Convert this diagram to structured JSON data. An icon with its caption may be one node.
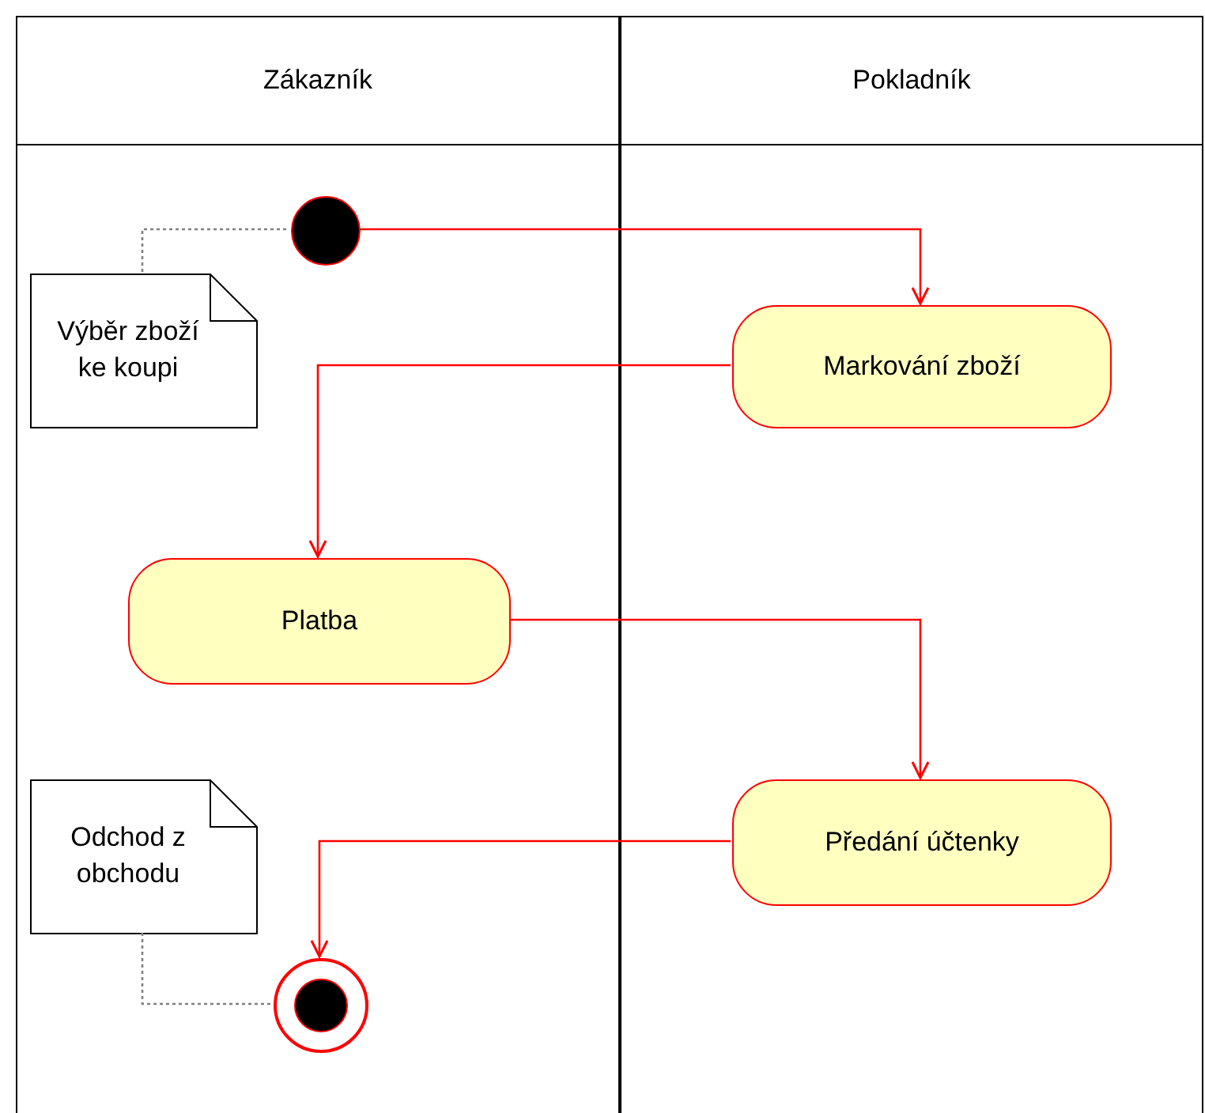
{
  "diagram": {
    "nodes": [
      {
        "text": [
          "Zákazník"
        ]
      },
      {
        "text": [
          "Pokladník"
        ]
      },
      {
        "text": [],
        "shape": "circle",
        "in": 0
      },
      {
        "text": [
          "Markování zboží"
        ],
        "in": 1
      },
      {
        "text": [
          "Platba"
        ],
        "in": 0
      },
      {
        "text": [
          "Předání účtenky"
        ],
        "in": 1
      },
      {
        "text": [],
        "shape": "bullseye",
        "in": 0
      },
      {
        "text": [
          "Výběr zboží ke koupi"
        ],
        "in": 0
      },
      {
        "text": [
          "Odchod z obchodu"
        ],
        "in": 0
      }
    ],
    "edges": [
      {
        "from": 2,
        "to": 3,
        "arrow": "to"
      },
      {
        "from": 3,
        "to": 4,
        "arrow": "to"
      },
      {
        "from": 4,
        "to": 5,
        "arrow": "to"
      },
      {
        "from": 5,
        "to": 6,
        "arrow": "to"
      },
      {
        "from": 7,
        "to": 2,
        "arrow": "none",
        "style": "dashed",
        "color": "#808080"
      },
      {
        "from": 8,
        "to": 6,
        "arrow": "none",
        "style": "dashed",
        "color": "#808080"
      }
    ]
  }
}
